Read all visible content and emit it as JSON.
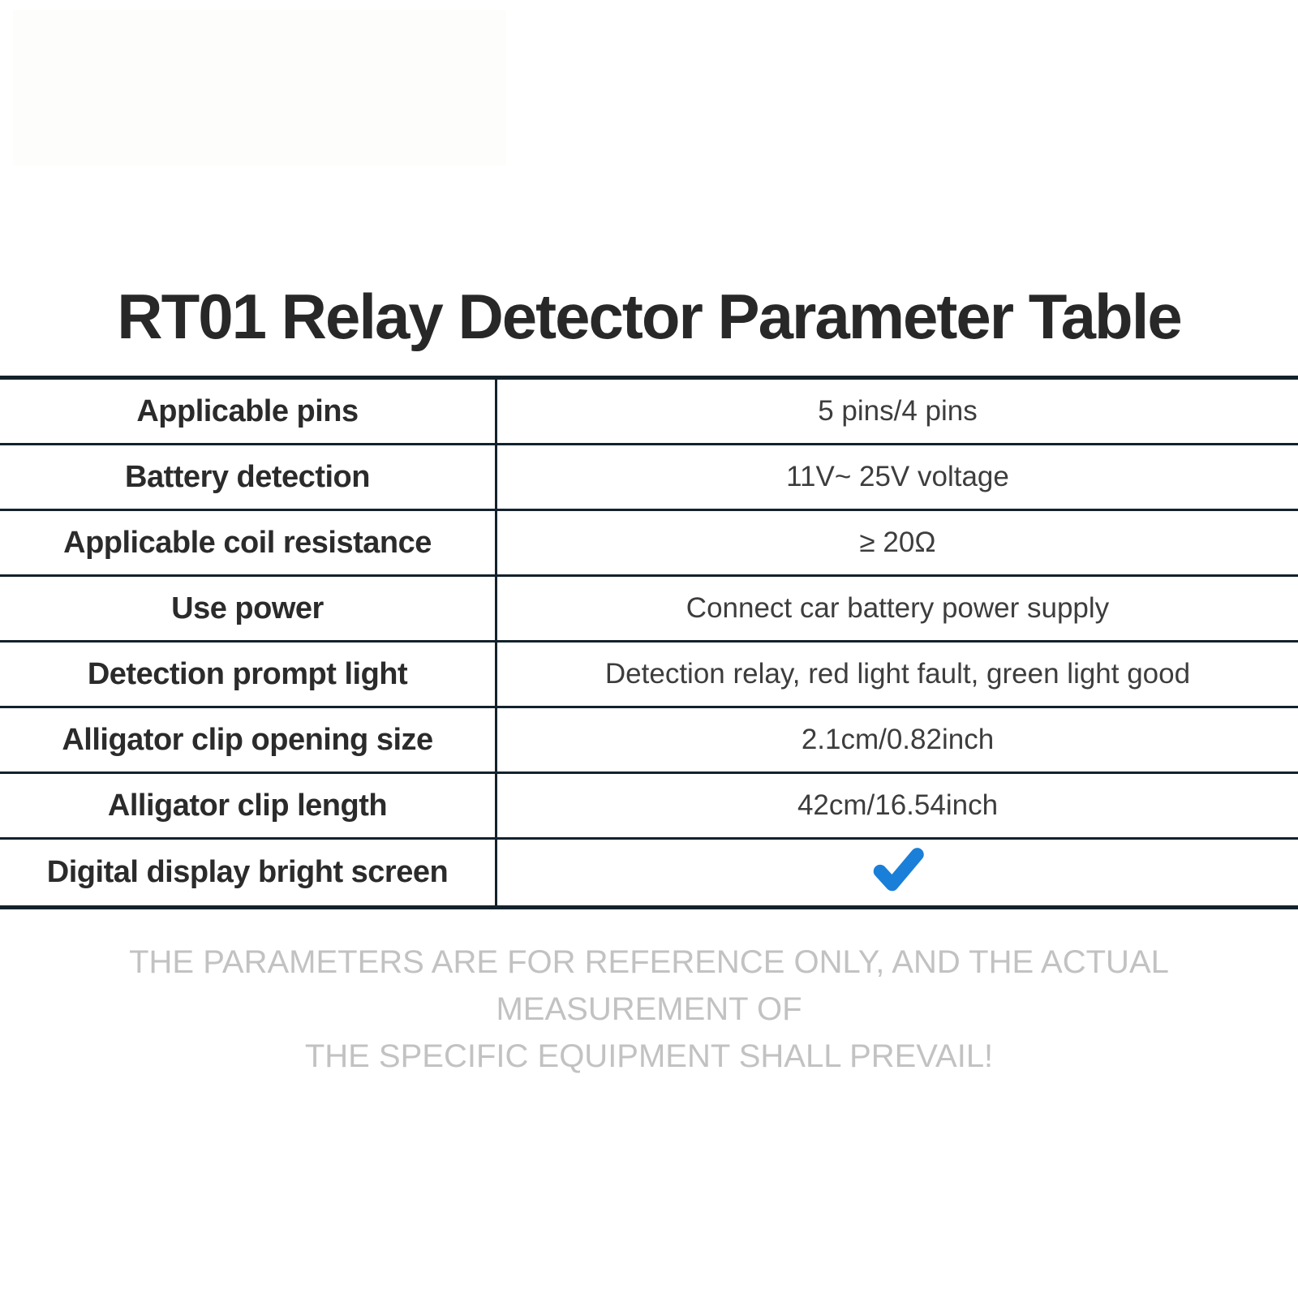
{
  "page": {
    "title": "RT01 Relay Detector Parameter Table"
  },
  "table": {
    "rows": [
      {
        "label": "Applicable pins",
        "value": "5 pins/4 pins"
      },
      {
        "label": "Battery detection",
        "value": "11V~ 25V voltage"
      },
      {
        "label": "Applicable coil resistance",
        "value": "≥ 20Ω"
      },
      {
        "label": "Use power",
        "value": "Connect car battery power supply"
      },
      {
        "label": "Detection prompt light",
        "value": "Detection relay, red light fault, green light good"
      },
      {
        "label": "Alligator clip opening size",
        "value": "2.1cm/0.82inch"
      },
      {
        "label": "Alligator clip length",
        "value": "42cm/16.54inch"
      },
      {
        "label": "Digital display bright screen",
        "value": "",
        "check": true
      }
    ]
  },
  "footer": {
    "line1": "THE PARAMETERS ARE FOR REFERENCE ONLY, AND THE ACTUAL MEASUREMENT OF",
    "line2": "THE SPECIFIC EQUIPMENT SHALL PREVAIL!"
  },
  "colors": {
    "border": "#13222c",
    "title_text": "#282828",
    "label_text": "#2b2b2b",
    "value_text": "#3d3d3d",
    "footer_text": "#c2c2c2",
    "check_blue": "#1a7fd8",
    "background": "#ffffff"
  },
  "icons": {
    "check": "check-icon"
  }
}
